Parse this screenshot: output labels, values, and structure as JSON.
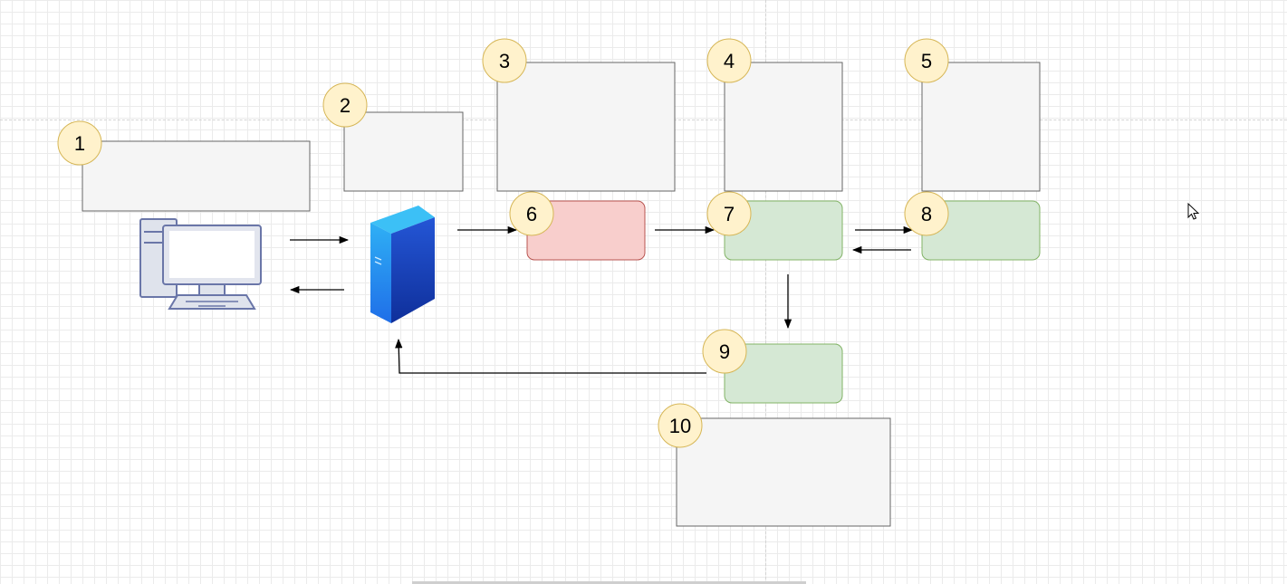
{
  "canvas": {
    "grid": true,
    "background": "#ffffff"
  },
  "colors": {
    "gray_fill": "#f5f5f5",
    "gray_stroke": "#666666",
    "red_fill": "#f8cecc",
    "red_stroke": "#b85450",
    "green_fill": "#d5e8d4",
    "green_stroke": "#82b366",
    "badge_fill": "#fff2cc",
    "badge_stroke": "#d6b656"
  },
  "badges": [
    "1",
    "2",
    "3",
    "4",
    "5",
    "6",
    "7",
    "8",
    "9",
    "10"
  ],
  "icons": {
    "computer": "desktop-computer-icon",
    "server": "server-tower-icon",
    "cursor": "mouse-pointer-icon"
  }
}
